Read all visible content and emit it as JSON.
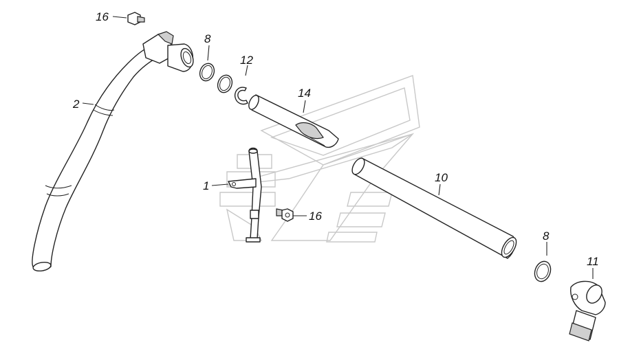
{
  "callouts": {
    "c16a": "16",
    "c8a": "8",
    "c12": "12",
    "c14": "14",
    "c2": "2",
    "c1": "1",
    "c16b": "16",
    "c10": "10",
    "c8b": "8",
    "c11": "11"
  },
  "colors": {
    "line": "#222222",
    "watermark": "#c8c8c8",
    "shade": "#cfcfcf"
  }
}
